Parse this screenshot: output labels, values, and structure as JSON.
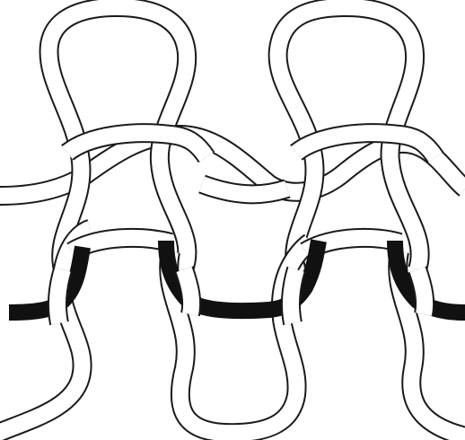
{
  "diagram": {
    "kind": "knit-stitch-structure",
    "description_text": "",
    "colors": {
      "background": "#ffffff",
      "outline": "#1a1a1a",
      "highlight_yarn": "#111111"
    },
    "upper_loops": 2,
    "lower_loops": 3,
    "highlighted_course": "lower-horizontal-yarn"
  }
}
